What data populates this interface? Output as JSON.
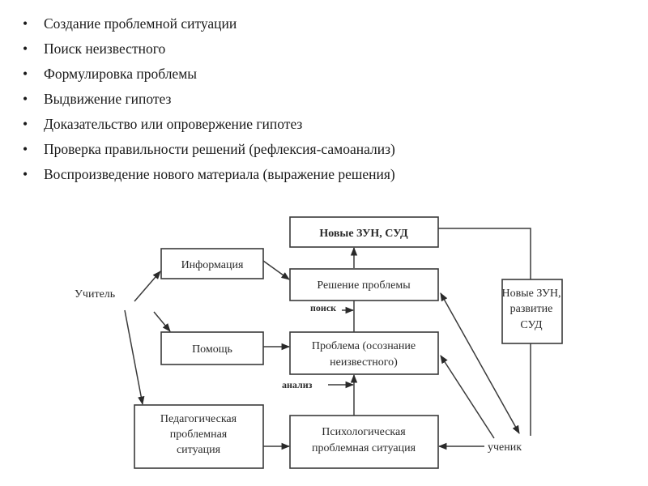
{
  "bullet_list": {
    "items": [
      "Создание проблемной ситуации",
      "Поиск неизвестного",
      "Формулировка проблемы",
      "Выдвижение гипотез",
      "Доказательство или опровержение гипотез",
      "Проверка правильности решений (рефлексия-самоанализ)",
      "Воспроизведение нового материала (выражение решения)"
    ],
    "bullet_glyph": "•"
  },
  "diagram": {
    "nodes": {
      "teacher": "Учитель",
      "information": "Информация",
      "help": "Помощь",
      "pedagogical_situation": [
        "Педагогическая",
        "проблемная",
        "ситуация"
      ],
      "new_zun_sud": "Новые ЗУН, СУД",
      "problem_solving": "Решение проблемы",
      "problem_awareness": [
        "Проблема (осознание",
        "неизвестного)"
      ],
      "psychological_situation": [
        "Психологическая",
        "проблемная ситуация"
      ],
      "new_zun_development": [
        "Новые ЗУН,",
        "развитие",
        "СУД"
      ],
      "student": "ученик"
    },
    "edge_labels": {
      "search": "поиск",
      "analysis": "анализ"
    },
    "colors": {
      "stroke": "#3a3a3a",
      "text": "#2a2a2a"
    }
  }
}
